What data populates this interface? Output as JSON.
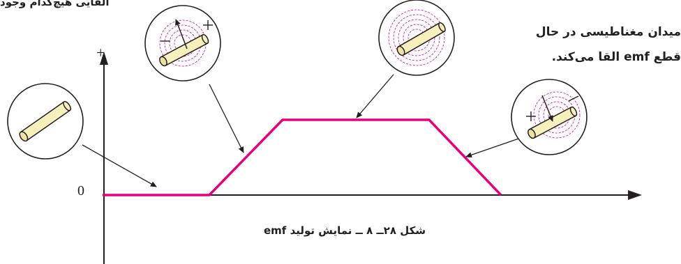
{
  "texts": {
    "top_left_note": "القایی هیچ‌کدام وجود",
    "right_note_line1": "میدان مغناطیسی در حال",
    "right_note_line2": "قطع emf القا می‌کند.",
    "caption": "شکل ۲۸ــ ۸ ــ نمایش تولید emf"
  },
  "axis": {
    "plus_label": "+",
    "zero_label": "0"
  },
  "insets": [
    {
      "name": "conductor-no-field",
      "has_field_lines": false,
      "motion_arrow": false
    },
    {
      "name": "conductor-entering-field",
      "has_field_lines": true,
      "motion_arrow": "up",
      "signs": [
        "+",
        "−"
      ]
    },
    {
      "name": "conductor-center-field",
      "has_field_lines": true,
      "motion_arrow": false
    },
    {
      "name": "conductor-leaving-field",
      "has_field_lines": true,
      "motion_arrow": "down",
      "signs": [
        "+",
        "−"
      ]
    }
  ],
  "colors": {
    "emf_curve": "#e5007e",
    "field_lines": "#e5007e",
    "conductor_fill": "#f7f0bd",
    "ink": "#231f20"
  }
}
